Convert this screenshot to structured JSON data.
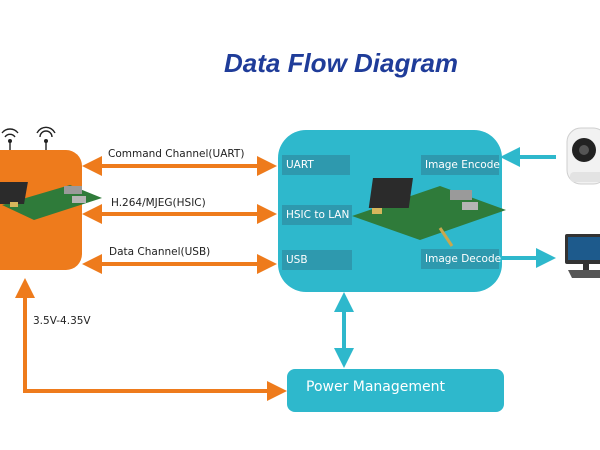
{
  "title": "Data Flow Diagram",
  "links": {
    "command": "Command Channel(UART)",
    "video": "H.264/MJEG(HSIC)",
    "data": "Data Channel(USB)",
    "voltage": "3.5V-4.35V"
  },
  "module_tags": {
    "uart": "UART",
    "hsic_to_lan": "HSIC to LAN",
    "usb": "USB",
    "image_encode": "Image Encode",
    "image_decode": "Image Decode"
  },
  "power_management": "Power Management",
  "colors": {
    "orange": "#ee7b1c",
    "teal": "#2eb8cc",
    "title_blue": "#1f3c99"
  },
  "icons": [
    "wifi-icon",
    "camera-icon",
    "monitor-icon",
    "circuit-board-icon"
  ]
}
